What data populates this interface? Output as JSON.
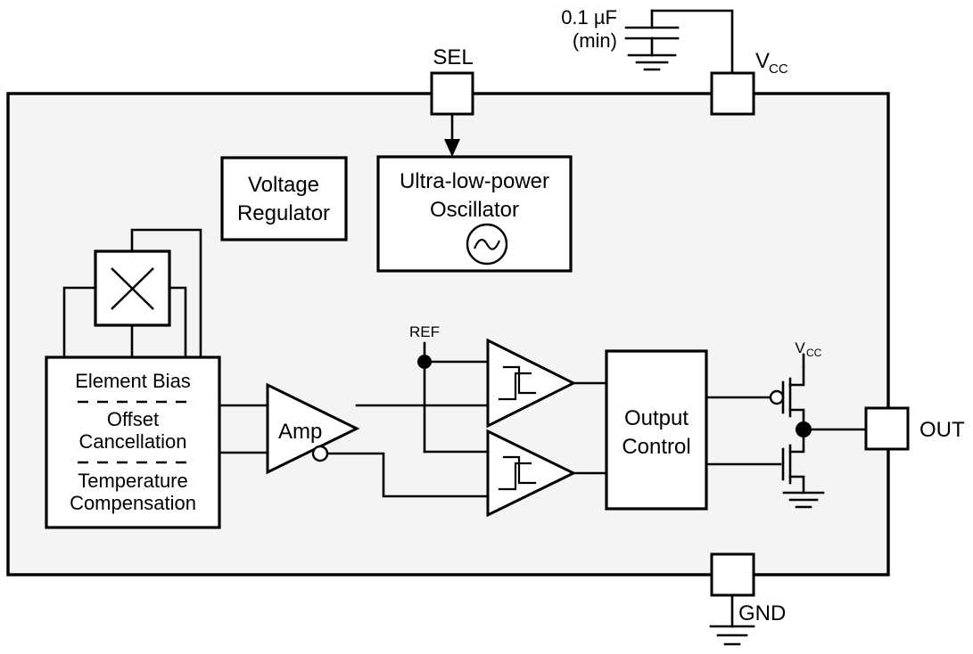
{
  "diagram": {
    "title": "Hall-effect sensor functional block diagram",
    "colors": {
      "chip_fill": "#f4f4f4",
      "block_fill": "#ffffff",
      "line": "#000000",
      "background": "#ffffff"
    }
  },
  "pins": [
    {
      "id": "sel",
      "label": "SEL",
      "icon": "pin-square"
    },
    {
      "id": "vcc",
      "label": "VCC",
      "label_main": "V",
      "label_sub": "CC",
      "icon": "pin-square"
    },
    {
      "id": "out",
      "label": "OUT",
      "icon": "pin-square"
    },
    {
      "id": "gnd",
      "label": "GND",
      "icon": "pin-square"
    }
  ],
  "external": {
    "capacitor": {
      "value_line1": "0.1 µF",
      "value_line2": "(min)",
      "icon": "capacitor-symbol"
    },
    "cap_ground_icon": "ground-symbol",
    "gnd_ground_icon": "ground-symbol"
  },
  "blocks": [
    {
      "id": "voltage-regulator",
      "lines": [
        "Voltage",
        "Regulator"
      ]
    },
    {
      "id": "oscillator",
      "lines": [
        "Ultra-low-power",
        "Oscillator"
      ],
      "icon": "ac-source-icon"
    },
    {
      "id": "hall-element",
      "lines": [],
      "icon": "hall-element-x-icon"
    },
    {
      "id": "bias-offset-temp",
      "lines": [
        "Element Bias",
        "Offset",
        "Cancellation",
        "Temperature",
        "Compensation"
      ],
      "line_groups": [
        [
          "Element Bias"
        ],
        [
          "Offset",
          "Cancellation"
        ],
        [
          "Temperature",
          "Compensation"
        ]
      ]
    },
    {
      "id": "amplifier",
      "lines": [
        "Amp"
      ],
      "icon": "amplifier-triangle-icon"
    },
    {
      "id": "comparator-upper",
      "lines": [],
      "icon": "schmitt-trigger-icon"
    },
    {
      "id": "comparator-lower",
      "lines": [],
      "icon": "schmitt-trigger-icon"
    },
    {
      "id": "output-control",
      "lines": [
        "Output",
        "Control"
      ]
    }
  ],
  "nodes": [
    {
      "id": "ref",
      "label": "REF",
      "icon": "junction-dot"
    },
    {
      "id": "out-junction",
      "label": "",
      "icon": "junction-dot"
    }
  ],
  "output_stage": {
    "supply_label_main": "V",
    "supply_label_sub": "CC",
    "pmos_icon": "pmos-transistor-icon",
    "nmos_icon": "nmos-transistor-icon",
    "ground_icon": "ground-symbol"
  },
  "labels": {
    "sel": "SEL",
    "vcc_main": "V",
    "vcc_sub": "CC",
    "out": "OUT",
    "gnd": "GND",
    "ref": "REF",
    "amp": "Amp",
    "cap_l1": "0.1 µF",
    "cap_l2": "(min)",
    "vreg_l1": "Voltage",
    "vreg_l2": "Regulator",
    "osc_l1": "Ultra-low-power",
    "osc_l2": "Oscillator",
    "bias_l1": "Element Bias",
    "bias_l2": "Offset",
    "bias_l3": "Cancellation",
    "bias_l4": "Temperature",
    "bias_l5": "Compensation",
    "outctl_l1": "Output",
    "outctl_l2": "Control",
    "mos_vcc_main": "V",
    "mos_vcc_sub": "CC"
  }
}
